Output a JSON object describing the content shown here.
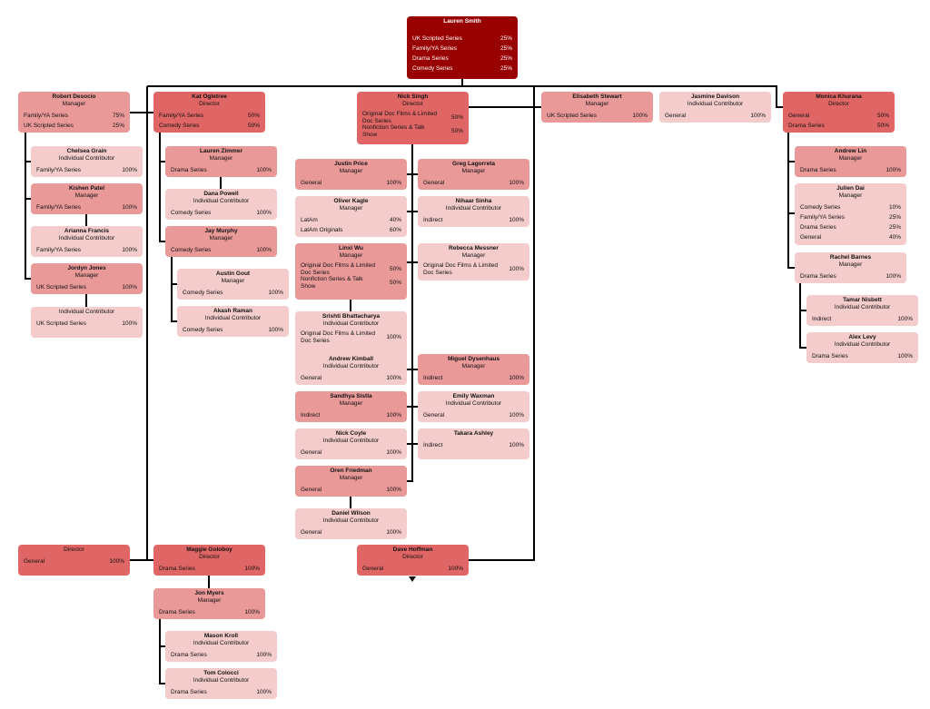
{
  "colors": {
    "root": "#990000",
    "director": "#e06666",
    "manager": "#ea9999",
    "light": "#f4cccc",
    "line": "#000000"
  },
  "nodes": [
    {
      "id": "lauren-smith",
      "tone": "root",
      "name": "Lauren Smith",
      "title": "",
      "alloc": [
        [
          "UK Scripted Series",
          "25%"
        ],
        [
          "Family/YA Series",
          "25%"
        ],
        [
          "Drama Series",
          "25%"
        ],
        [
          "Comedy Series",
          "25%"
        ]
      ]
    },
    {
      "id": "robert-desocio",
      "tone": "manager",
      "name": "Robert Desocio",
      "title": "Manager",
      "alloc": [
        [
          "Family/YA Series",
          "75%"
        ],
        [
          "UK Scripted Series",
          "25%"
        ]
      ]
    },
    {
      "id": "chelsea-grain",
      "tone": "light",
      "name": "Chelsea Grain",
      "title": "Individual Contributor",
      "alloc": [
        [
          "Family/YA Series",
          "100%"
        ]
      ]
    },
    {
      "id": "kishen-patel",
      "tone": "manager",
      "name": "Kishen Patel",
      "title": "Manager",
      "alloc": [
        [
          "Family/YA Series",
          "100%"
        ]
      ]
    },
    {
      "id": "arianna-francis",
      "tone": "light",
      "name": "Arianna Francis",
      "title": "Individual Contributor",
      "alloc": [
        [
          "Family/YA Series",
          "100%"
        ]
      ]
    },
    {
      "id": "jordyn-jones",
      "tone": "manager",
      "name": "Jordyn Jones",
      "title": "Manager",
      "alloc": [
        [
          "UK Scripted Series",
          "100%"
        ]
      ]
    },
    {
      "id": "unnamed-ic",
      "tone": "light",
      "name": "",
      "title": "Individual Contributor",
      "alloc": [
        [
          "UK Scripted Series",
          "100%"
        ]
      ]
    },
    {
      "id": "kat-ogletree",
      "tone": "director",
      "name": "Kat Ogletree",
      "title": "Director",
      "alloc": [
        [
          "Family/YA Series",
          "50%"
        ],
        [
          "Comedy Series",
          "50%"
        ]
      ]
    },
    {
      "id": "lauren-zimmer",
      "tone": "manager",
      "name": "Lauren Zimmer",
      "title": "Manager",
      "alloc": [
        [
          "Drama Series",
          "100%"
        ]
      ]
    },
    {
      "id": "dana-powell",
      "tone": "light",
      "name": "Dana Powell",
      "title": "Individual Contributor",
      "alloc": [
        [
          "Comedy Series",
          "100%"
        ]
      ]
    },
    {
      "id": "jay-murphy",
      "tone": "manager",
      "name": "Jay Murphy",
      "title": "Manager",
      "alloc": [
        [
          "Comedy Series",
          "100%"
        ]
      ]
    },
    {
      "id": "austin-gout",
      "tone": "light",
      "name": "Austin Gout",
      "title": "Manager",
      "alloc": [
        [
          "Comedy Series",
          "100%"
        ]
      ]
    },
    {
      "id": "akash-raman",
      "tone": "light",
      "name": "Akash Raman",
      "title": "Individual Contributor",
      "alloc": [
        [
          "Comedy Series",
          "100%"
        ]
      ]
    },
    {
      "id": "nick-singh",
      "tone": "director",
      "name": "Nick Singh",
      "title": "Director",
      "alloc": [
        [
          "Original Doc Films & Limited Doc Series",
          "50%"
        ],
        [
          "Nonfiction Series & Talk Show",
          "50%"
        ]
      ]
    },
    {
      "id": "justin-price",
      "tone": "manager",
      "name": "Justin Price",
      "title": "Manager",
      "alloc": [
        [
          "General",
          "100%"
        ]
      ]
    },
    {
      "id": "oliver-kagle",
      "tone": "light",
      "name": "Oliver Kagle",
      "title": "Manager",
      "alloc": [
        [
          "LatAm",
          "40%"
        ],
        [
          "LatAm Originals",
          "60%"
        ]
      ]
    },
    {
      "id": "linxi-wu",
      "tone": "manager",
      "name": "Linxi Wu",
      "title": "Manager",
      "alloc": [
        [
          "Original Doc Films & Limited Doc Series",
          "50%"
        ],
        [
          "Nonfiction Series & Talk Show",
          "50%"
        ]
      ]
    },
    {
      "id": "srishti-bhattacharya",
      "tone": "light",
      "name": "Srishti Bhattacharya",
      "title": "Individual Contributor",
      "alloc": [
        [
          "Original Doc Films & Limited Doc Series",
          "100%"
        ]
      ]
    },
    {
      "id": "andrew-kimball",
      "tone": "light",
      "name": "Andrew Kimball",
      "title": "Individual Contributor",
      "alloc": [
        [
          "General",
          "100%"
        ]
      ]
    },
    {
      "id": "sandhya-sistla",
      "tone": "manager",
      "name": "Sandhya Sistla",
      "title": "Manager",
      "alloc": [
        [
          "Indirect",
          "100%"
        ]
      ]
    },
    {
      "id": "nick-coyle",
      "tone": "light",
      "name": "Nick Coyle",
      "title": "Individual Contributor",
      "alloc": [
        [
          "General",
          "100%"
        ]
      ]
    },
    {
      "id": "oren-friedman",
      "tone": "manager",
      "name": "Oren Friedman",
      "title": "Manager",
      "alloc": [
        [
          "General",
          "100%"
        ]
      ]
    },
    {
      "id": "daniel-wilson",
      "tone": "light",
      "name": "Daniel Wilson",
      "title": "Individual Contributor",
      "alloc": [
        [
          "General",
          "100%"
        ]
      ]
    },
    {
      "id": "greg-lagorreta",
      "tone": "manager",
      "name": "Greg Lagorreta",
      "title": "Manager",
      "alloc": [
        [
          "General",
          "100%"
        ]
      ]
    },
    {
      "id": "nihaar-sinha",
      "tone": "light",
      "name": "Nihaar Sinha",
      "title": "Individual Contributor",
      "alloc": [
        [
          "Indirect",
          "100%"
        ]
      ]
    },
    {
      "id": "rebecca-messner",
      "tone": "light",
      "name": "Rebecca Messner",
      "title": "Manager",
      "alloc": [
        [
          "Original Doc Films & Limited Doc Series",
          "100%"
        ]
      ]
    },
    {
      "id": "miguel-dysenhaus",
      "tone": "manager",
      "name": "Miguel Dysenhaus",
      "title": "Manager",
      "alloc": [
        [
          "Indirect",
          "100%"
        ]
      ]
    },
    {
      "id": "emily-waxman",
      "tone": "light",
      "name": "Emily Waxman",
      "title": "Individual Contributor",
      "alloc": [
        [
          "General",
          "100%"
        ]
      ]
    },
    {
      "id": "takara-ashley",
      "tone": "light",
      "name": "Takara Ashley",
      "title": "",
      "alloc": [
        [
          "Indirect",
          "100%"
        ]
      ]
    },
    {
      "id": "elisabeth-stewart",
      "tone": "manager",
      "name": "Elisabeth Stewart",
      "title": "Manager",
      "alloc": [
        [
          "UK Scripted Series",
          "100%"
        ]
      ]
    },
    {
      "id": "jasmine-davison",
      "tone": "light",
      "name": "Jasmine Davison",
      "title": "Individual Contributor",
      "alloc": [
        [
          "General",
          "100%"
        ]
      ]
    },
    {
      "id": "monica-khurana",
      "tone": "director",
      "name": "Monica Khurana",
      "title": "Director",
      "alloc": [
        [
          "General",
          "50%"
        ],
        [
          "Drama Series",
          "50%"
        ]
      ]
    },
    {
      "id": "andrew-lin",
      "tone": "manager",
      "name": "Andrew Lin",
      "title": "Manager",
      "alloc": [
        [
          "Drama Series",
          "100%"
        ]
      ]
    },
    {
      "id": "julien-dai",
      "tone": "light",
      "name": "Julien Dai",
      "title": "Manager",
      "alloc": [
        [
          "Comedy Series",
          "10%"
        ],
        [
          "Family/YA Series",
          "25%"
        ],
        [
          "Drama Series",
          "25%"
        ],
        [
          "General",
          "40%"
        ]
      ]
    },
    {
      "id": "rachel-barnes",
      "tone": "light",
      "name": "Rachel Barnes",
      "title": "Manager",
      "alloc": [
        [
          "Drama Series",
          "100%"
        ]
      ]
    },
    {
      "id": "tamar-nisbett",
      "tone": "light",
      "name": "Tamar Nisbett",
      "title": "Individual Contributor",
      "alloc": [
        [
          "Indirect",
          "100%"
        ]
      ]
    },
    {
      "id": "alex-levy",
      "tone": "light",
      "name": "Alex Levy",
      "title": "Individual Contributor",
      "alloc": [
        [
          "Drama Series",
          "100%"
        ]
      ]
    },
    {
      "id": "unnamed-director",
      "tone": "director",
      "name": "",
      "title": "Director",
      "alloc": [
        [
          "General",
          "100%"
        ]
      ]
    },
    {
      "id": "maggie-goloboy",
      "tone": "director",
      "name": "Maggie Goloboy",
      "title": "Director",
      "alloc": [
        [
          "Drama Series",
          "100%"
        ]
      ]
    },
    {
      "id": "jon-myers",
      "tone": "manager",
      "name": "Jon Myers",
      "title": "Manager",
      "alloc": [
        [
          "Drama Series",
          "100%"
        ]
      ]
    },
    {
      "id": "mason-kroll",
      "tone": "light",
      "name": "Mason Kroll",
      "title": "Individual Contributor",
      "alloc": [
        [
          "Drama Series",
          "100%"
        ]
      ]
    },
    {
      "id": "tom-colocci",
      "tone": "light",
      "name": "Tom Colocci",
      "title": "Individual Contributor",
      "alloc": [
        [
          "Drama Series",
          "100%"
        ]
      ]
    },
    {
      "id": "dave-hoffman",
      "tone": "director",
      "name": "Dave Hoffman",
      "title": "Director",
      "alloc": [
        [
          "General",
          "100%"
        ]
      ]
    }
  ]
}
